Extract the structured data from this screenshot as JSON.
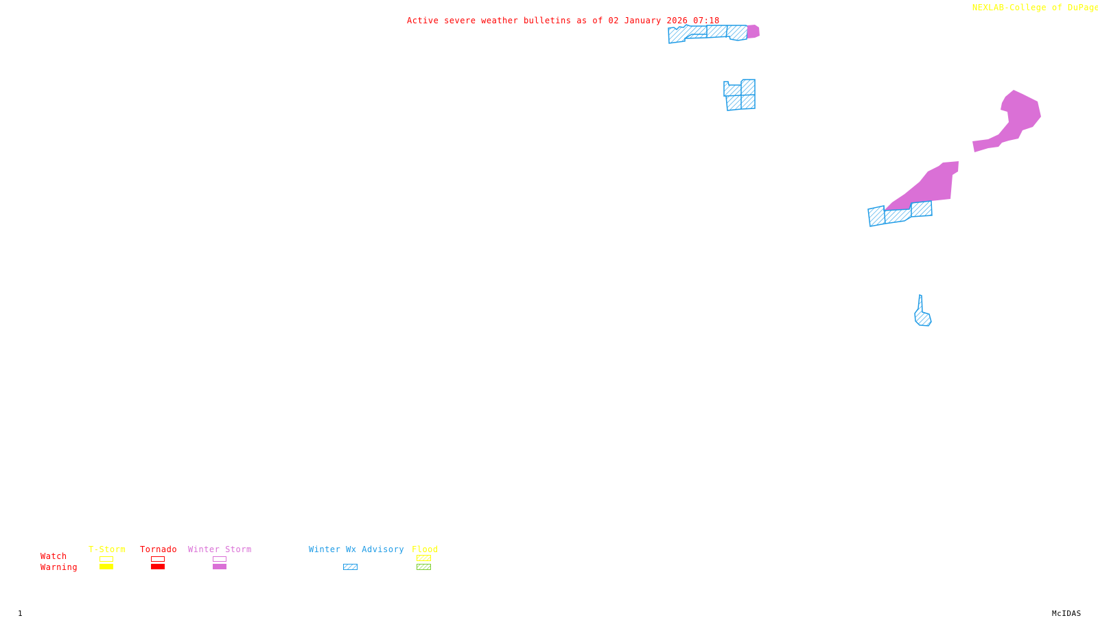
{
  "header": {
    "title": "Active severe weather bulletins as of 02 January 2026 07:18",
    "credit": "NEXLAB-College of DuPage"
  },
  "footer": {
    "frame_number": "1",
    "software": "McIDAS"
  },
  "colors": {
    "tstorm": "#ffff00",
    "tornado": "#ff0000",
    "winter_storm": "#da70d6",
    "winter_wx_advisory": "#1e9be6",
    "flood_watch": "#ffff00",
    "flood_warning": "#7ccd30",
    "title": "#ff0000",
    "credit": "#ffff00"
  },
  "legend": {
    "row_labels": {
      "watch": "Watch",
      "warning": "Warning"
    },
    "categories": [
      {
        "id": "tstorm",
        "label": "T-Storm",
        "watch": "outline",
        "warning": "filled"
      },
      {
        "id": "tornado",
        "label": "Tornado",
        "watch": "outline",
        "warning": "filled"
      },
      {
        "id": "winter_storm",
        "label": "Winter Storm",
        "watch": "outline",
        "warning": "filled"
      },
      {
        "id": "winter_wx_advisory",
        "label": "Winter Wx Advisory",
        "warning": "hatched"
      },
      {
        "id": "flood",
        "label": "Flood",
        "watch": "hatched",
        "warning": "hatched"
      }
    ]
  },
  "map_regions": [
    {
      "name": "north-border-advisory-strip",
      "type": "Winter Wx Advisory"
    },
    {
      "name": "north-border-winter-storm",
      "type": "Winter Storm Warning"
    },
    {
      "name": "upper-midwest-advisory-block",
      "type": "Winter Wx Advisory"
    },
    {
      "name": "northeast-winter-storm",
      "type": "Winter Storm Warning"
    },
    {
      "name": "midatlantic-winter-storm",
      "type": "Winter Storm Warning"
    },
    {
      "name": "midatlantic-advisory",
      "type": "Winter Wx Advisory"
    },
    {
      "name": "southeast-advisory",
      "type": "Winter Wx Advisory"
    }
  ]
}
